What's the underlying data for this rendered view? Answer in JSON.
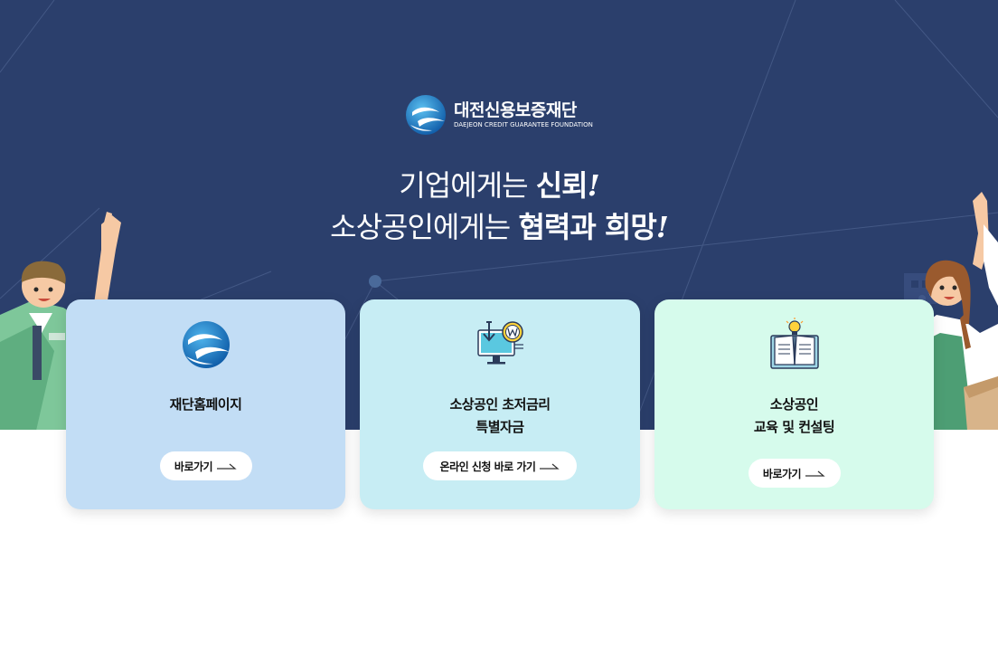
{
  "logo": {
    "name_ko": "대전신용보증재단",
    "name_en": "DAEJEON CREDIT GUARANTEE FOUNDATION",
    "icon": "foundation-logo-icon"
  },
  "slogan": {
    "line1_pre": "기업에게는 ",
    "line1_strong": "신뢰",
    "line1_bang": "!",
    "line2_pre": "소상공인에게는 ",
    "line2_strong": "협력과 희망",
    "line2_bang": "!"
  },
  "cards": [
    {
      "title_lines": [
        "재단홈페이지"
      ],
      "button_label": "바로가기",
      "icon": "foundation-logo-icon",
      "bg": "#c2ddf5"
    },
    {
      "title_lines": [
        "소상공인 초저금리",
        "특별자금"
      ],
      "button_label": "온라인 신청 바로 가기",
      "icon": "online-application-monitor-icon",
      "bg": "#c7edf4"
    },
    {
      "title_lines": [
        "소상공인",
        "교육 및 컨설팅"
      ],
      "button_label": "바로가기",
      "icon": "education-book-icon",
      "bg": "#d6fbec"
    }
  ],
  "colors": {
    "hero_bg": "#2b3f6c",
    "text_dark": "#111111",
    "button_bg": "#ffffff"
  }
}
